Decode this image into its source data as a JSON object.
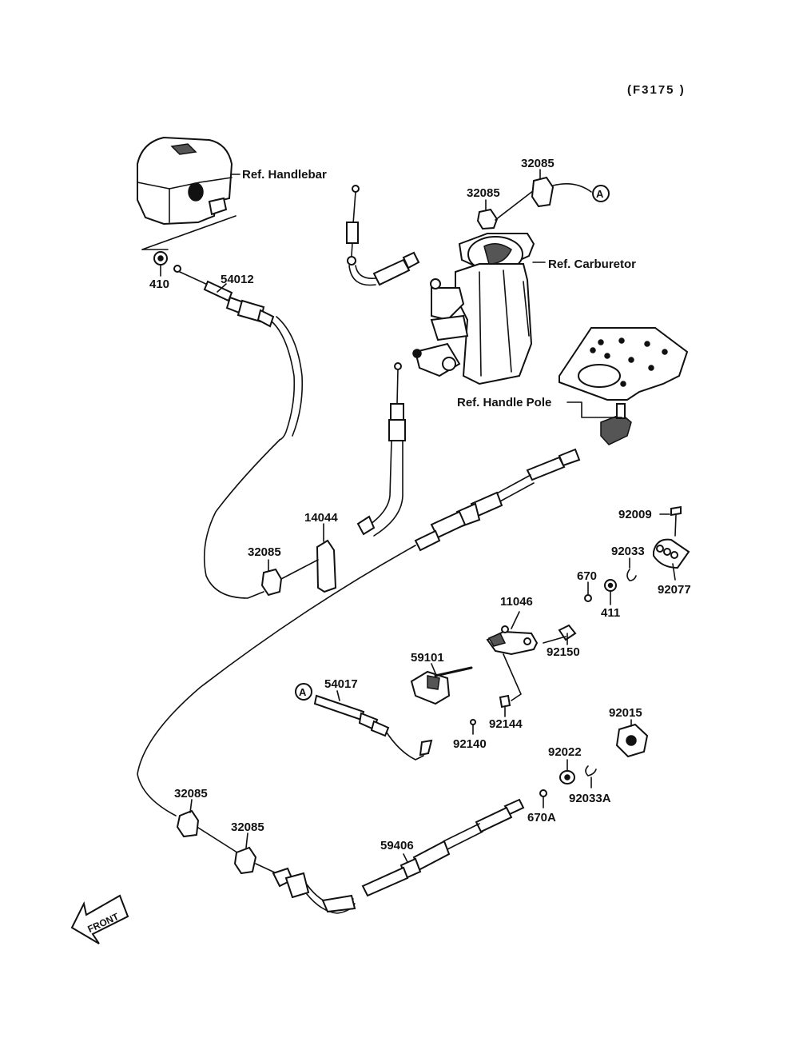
{
  "diagram_code": "(F3175 )",
  "references": {
    "handlebar": "Ref. Handlebar",
    "carburetor": "Ref. Carburetor",
    "handle_pole": "Ref. Handle Pole"
  },
  "callouts": {
    "a_top": "A",
    "a_mid": "A"
  },
  "front_arrow": "FRONT",
  "parts": {
    "p410": "410",
    "p54012": "54012",
    "p32085_top1": "32085",
    "p32085_top2": "32085",
    "p14044": "14044",
    "p32085_mid": "32085",
    "p92009": "92009",
    "p92033": "92033",
    "p670": "670",
    "p92077": "92077",
    "p411": "411",
    "p11046": "11046",
    "p92150": "92150",
    "p59101": "59101",
    "p54017": "54017",
    "p92144": "92144",
    "p92140": "92140",
    "p92015": "92015",
    "p92022": "92022",
    "p92033a": "92033A",
    "p670a": "670A",
    "p32085_bot1": "32085",
    "p32085_bot2": "32085",
    "p59406": "59406"
  }
}
